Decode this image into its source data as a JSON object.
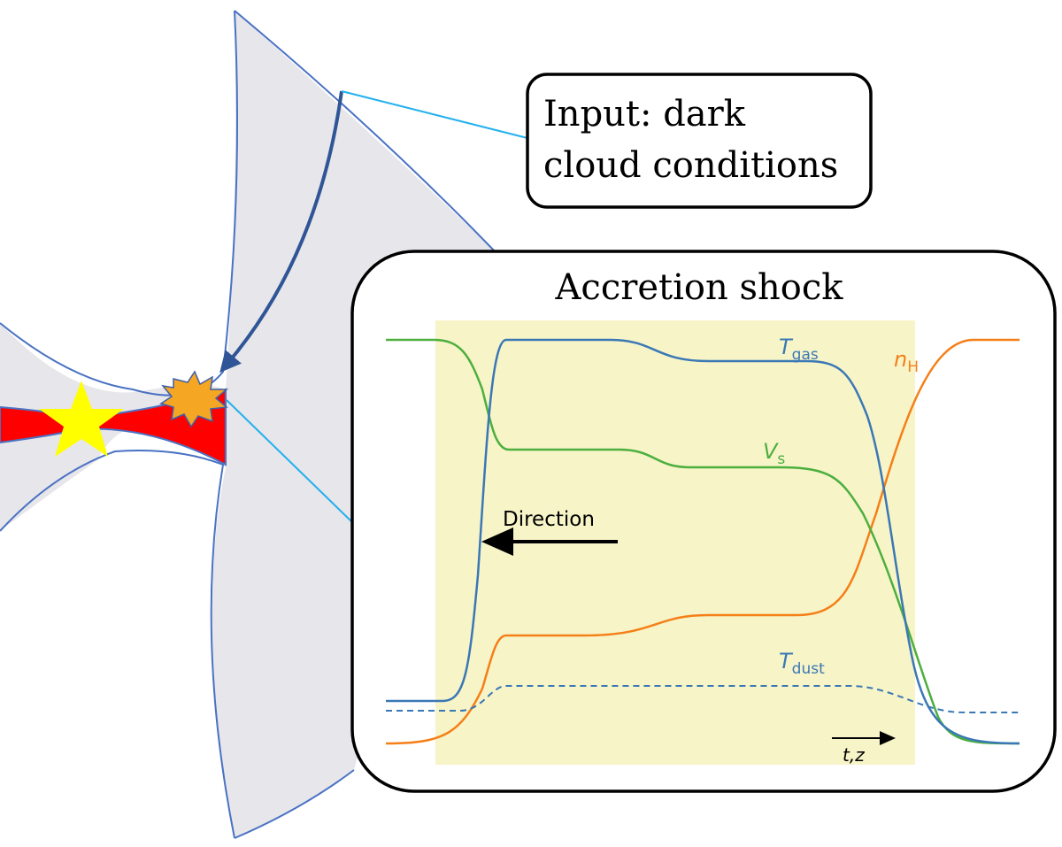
{
  "diagram": {
    "input_box": {
      "line1": "Input: dark",
      "line2": "cloud conditions"
    },
    "shock_box": {
      "title": "Accretion shock"
    },
    "direction_label": "Direction",
    "axis_label": "t,z",
    "curve_labels": {
      "t_gas": {
        "main": "T",
        "sub": "gas"
      },
      "v_s": {
        "main": "V",
        "sub": "s"
      },
      "n_h": {
        "main": "n",
        "sub": "H"
      },
      "t_dust": {
        "main": "T",
        "sub": "dust"
      }
    }
  },
  "colors": {
    "cloud_fill": "#e7e6ea",
    "cloud_edge": "#4a72c4",
    "disk": "#ff0000",
    "star": "#ffff00",
    "shock_burst": "#f5a623",
    "connector": "#22b0ee",
    "highlight": "#f7f4c8",
    "t_gas": "#3a78b5",
    "v_s": "#4caf3e",
    "n_h": "#f57f17",
    "t_dust": "#3a78b5",
    "infall_arrow": "#2f5597"
  },
  "icons": [
    "star-icon",
    "shock-burst-icon",
    "infall-arrow-icon",
    "direction-arrow-icon",
    "axis-arrow-icon"
  ]
}
